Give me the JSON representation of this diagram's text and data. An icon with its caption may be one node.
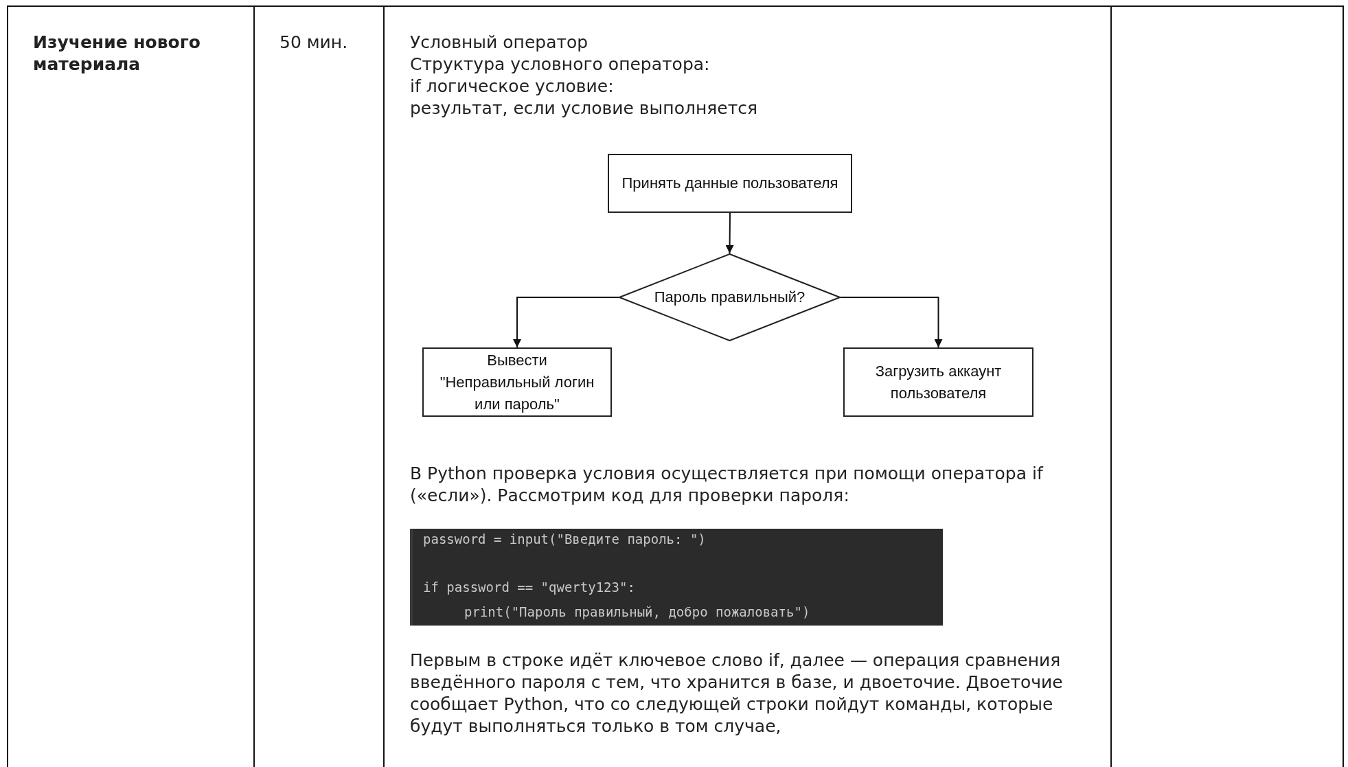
{
  "diagram": {
    "nodes": [
      {
        "text": [
          "Принять данные пользователя"
        ]
      },
      {
        "text": [
          "Пароль правильный?"
        ]
      },
      {
        "text": [
          "Вывести \"Неправильный логин или пароль\""
        ]
      },
      {
        "text": [
          "Загрузить аккаунт пользователя"
        ]
      }
    ],
    "edges": [
      {
        "from": 0,
        "to": 1,
        "arrow": "to"
      },
      {
        "from": 1,
        "to": 2,
        "arrow": "to"
      },
      {
        "from": 1,
        "to": 3,
        "arrow": "to"
      }
    ],
    "labels": [
      "Изучение нового материала",
      "50 мин.",
      "Условный оператор",
      "Структура условного оператора:",
      "if логическое условие:",
      "результат, если условие выполняется",
      "В Python проверка условия осуществляется при помощи оператора if («если»). Рассмотрим код для проверки пароля:",
      "password = input(\"Введите пароль: \")",
      "if password == \"qwerty123\":",
      "print(\"Пароль правильный, добро пожаловать\")",
      "Первым в строке идёт ключевое слово if, далее — операция сравнения введённого пароля с тем, что хранится в базе, и двоеточие. Двоеточие сообщает Python, что со следующей строки пойдут команды, которые будут выполняться только в том случае,"
    ]
  }
}
